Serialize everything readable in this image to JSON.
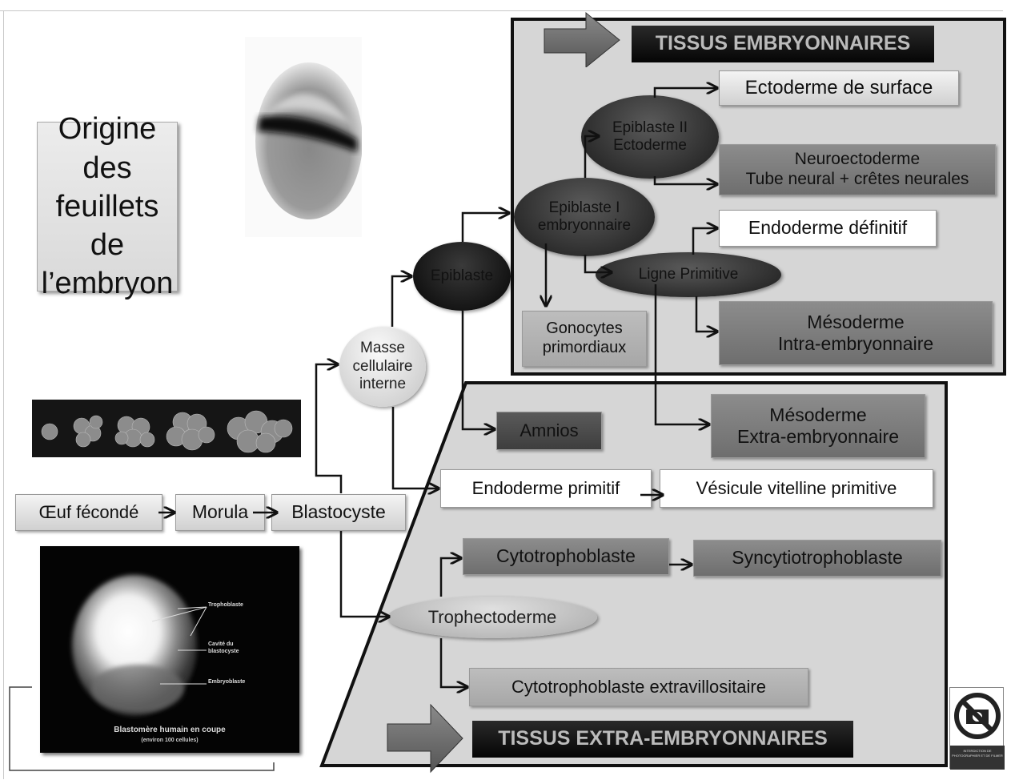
{
  "title": {
    "lines": [
      "Origine",
      "des",
      "feuillets de",
      "l’embryon"
    ]
  },
  "headers": {
    "embryonic": "TISSUS EMBRYONNAIRES",
    "extra_embryonic": "TISSUS EXTRA-EMBRYONNAIRES"
  },
  "sequence": {
    "egg": "Œuf fécondé",
    "morula": "Morula",
    "blastocyst": "Blastocyste"
  },
  "nodes": {
    "inner_cell_mass": [
      "Masse",
      "cellulaire",
      "interne"
    ],
    "epiblast": "Epiblaste",
    "epiblast_1": [
      "Epiblaste I",
      "embryonnaire"
    ],
    "epiblast_2": [
      "Epiblaste II",
      "Ectoderme"
    ],
    "primitive_streak": "Ligne Primitive",
    "trophectoderm": "Trophectoderme"
  },
  "embryonic_tissues": {
    "surface_ectoderm": "Ectoderme de surface",
    "neuroectoderm": [
      "Neuroectoderme",
      "Tube neural + crêtes neurales"
    ],
    "definitive_endoderm": "Endoderme définitif",
    "intra_mesoderm": [
      "Mésoderme",
      "Intra-embryonnaire"
    ],
    "gonocytes": [
      "Gonocytes",
      "primordiaux"
    ]
  },
  "extra_tissues": {
    "amnion": "Amnios",
    "extra_mesoderm": [
      "Mésoderme",
      "Extra-embryonnaire"
    ],
    "primitive_endoderm": "Endoderme primitif",
    "yolk_sac": "Vésicule vitelline primitive",
    "cytotrophoblast": "Cytotrophoblaste",
    "syncytiotrophoblast": "Syncytiotrophoblaste",
    "extravillous": "Cytotrophoblaste extravillositaire"
  },
  "blastocyst_photo": {
    "labels": {
      "trophoblast": "Trophoblaste",
      "cavity": [
        "Cavité du",
        "blastocyste"
      ],
      "embryoblast": "Embryoblaste"
    },
    "caption": "Blastomère humain en coupe",
    "subcaption": "(environ 100 cellules)"
  },
  "sign": {
    "icon": "no-photography-icon",
    "caption": "INTERDICTION DE PHOTOGRAPHIER ET DE FILMER"
  }
}
